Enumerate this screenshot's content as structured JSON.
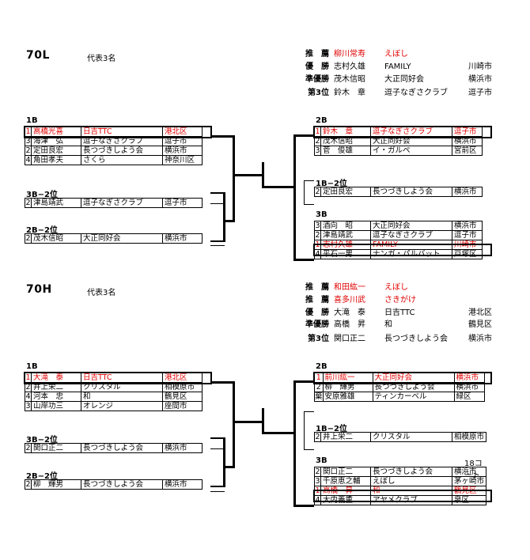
{
  "sections": [
    {
      "title": "70L",
      "note": "代表3名",
      "results": [
        {
          "label": "推　薦",
          "name": "柳川常寿",
          "club": "えぼし",
          "place": "",
          "red": true
        },
        {
          "label": "優　勝",
          "name": "志村久雄",
          "club": "FAMILY",
          "place": "川崎市",
          "red": false
        },
        {
          "label": "準優勝",
          "name": "茂木信昭",
          "club": "大正同好会",
          "place": "横浜市",
          "red": false
        },
        {
          "label": "第3位",
          "name": "鈴木　章",
          "club": "逗子なぎさクラブ",
          "place": "逗子市",
          "red": false
        }
      ],
      "blocks": [
        {
          "label": "1B",
          "rows": [
            {
              "seed": "1",
              "name": "高橋光喜",
              "club": "日吉TTC",
              "place": "港北区",
              "win": true
            },
            {
              "seed": "3",
              "name": "海津　弘",
              "club": "逗子なぎさクラブ",
              "place": "逗子市",
              "win": false
            },
            {
              "seed": "2",
              "name": "定田良宏",
              "club": "長つづきしよう会",
              "place": "横浜市",
              "win": false
            },
            {
              "seed": "4",
              "name": "角田孝夫",
              "club": "さくら",
              "place": "神奈川区",
              "win": false
            }
          ]
        },
        {
          "label": "3B−2位",
          "rows": [
            {
              "seed": "2",
              "name": "津島靖武",
              "club": "逗子なぎさクラブ",
              "place": "逗子市",
              "win": false
            }
          ]
        },
        {
          "label": "2B−2位",
          "rows": [
            {
              "seed": "2",
              "name": "茂木信昭",
              "club": "大正同好会",
              "place": "横浜市",
              "win": false
            }
          ]
        },
        {
          "label": "2B",
          "rows": [
            {
              "seed": "1",
              "name": "鈴木　章",
              "club": "逗子なぎさクラブ",
              "place": "逗子市",
              "win": true
            },
            {
              "seed": "2",
              "name": "茂木信昭",
              "club": "大正同好会",
              "place": "横浜市",
              "win": false
            },
            {
              "seed": "3",
              "name": "菅　俊雄",
              "club": "イ・ガルペ",
              "place": "宮前区",
              "win": false
            }
          ]
        },
        {
          "label": "1B−2位",
          "rows": [
            {
              "seed": "2",
              "name": "定田良宏",
              "club": "長つづきしよう会",
              "place": "横浜市",
              "win": false
            }
          ]
        },
        {
          "label": "3B",
          "rows": [
            {
              "seed": "3",
              "name": "酒向　昭",
              "club": "大正同好会",
              "place": "横浜市",
              "win": false
            },
            {
              "seed": "2",
              "name": "津島靖武",
              "club": "逗子なぎさクラブ",
              "place": "逗子市",
              "win": false
            },
            {
              "seed": "1",
              "name": "志村久雄",
              "club": "FAMILY",
              "place": "川崎市",
              "win": true
            },
            {
              "seed": "4",
              "name": "平石一男",
              "club": "ナンガ・パルバット",
              "place": "戸塚区",
              "win": false
            }
          ]
        }
      ]
    },
    {
      "title": "70H",
      "note": "代表3名",
      "results": [
        {
          "label": "推　薦",
          "name": "和田紘一",
          "club": "えぼし",
          "place": "",
          "red": true
        },
        {
          "label": "推　薦",
          "name": "喜多川武",
          "club": "さきがけ",
          "place": "",
          "red": true
        },
        {
          "label": "優　勝",
          "name": "大滝　泰",
          "club": "日吉TTC",
          "place": "港北区",
          "red": false
        },
        {
          "label": "準優勝",
          "name": "高橋　昇",
          "club": "和",
          "place": "鶴見区",
          "red": false
        },
        {
          "label": "第3位",
          "name": "関口正二",
          "club": "長つづきしよう会",
          "place": "横浜市",
          "red": false
        }
      ],
      "blocks": [
        {
          "label": "1B",
          "rows": [
            {
              "seed": "1",
              "name": "大滝　泰",
              "club": "日吉TTC",
              "place": "港北区",
              "win": true
            },
            {
              "seed": "2",
              "name": "井上栄二",
              "club": "クリスタル",
              "place": "相模原市",
              "win": false
            },
            {
              "seed": "4",
              "name": "河本　忠",
              "club": "和",
              "place": "鶴見区",
              "win": false
            },
            {
              "seed": "3",
              "name": "山岸功三",
              "club": "オレンジ",
              "place": "座間市",
              "win": false
            }
          ]
        },
        {
          "label": "3B−2位",
          "rows": [
            {
              "seed": "2",
              "name": "関口正二",
              "club": "長つづきしよう会",
              "place": "横浜市",
              "win": false
            }
          ]
        },
        {
          "label": "2B−2位",
          "rows": [
            {
              "seed": "2",
              "name": "柳　輝男",
              "club": "長つづきしよう会",
              "place": "横浜市",
              "win": false
            }
          ]
        },
        {
          "label": "2B",
          "rows": [
            {
              "seed": "1",
              "name": "前川紘一",
              "club": "大正同好会",
              "place": "横浜市",
              "win": true
            },
            {
              "seed": "2",
              "name": "柳　輝男",
              "club": "長つづきしよう会",
              "place": "横浜市",
              "win": false
            },
            {
              "seed": "棄",
              "name": "安原雅雄",
              "club": "ティンカーベル",
              "place": "緑区",
              "win": false
            }
          ]
        },
        {
          "label": "1B−2位",
          "rows": [
            {
              "seed": "2",
              "name": "井上栄二",
              "club": "クリスタル",
              "place": "相模原市",
              "win": false
            }
          ]
        },
        {
          "label": "3B",
          "side_label": "18コート",
          "rows": [
            {
              "seed": "2",
              "name": "関口正二",
              "club": "長つづきしよう会",
              "place": "横浜市",
              "win": false
            },
            {
              "seed": "3",
              "name": "千原恵之輔",
              "club": "えぼし",
              "place": "茅ヶ崎市",
              "win": false
            },
            {
              "seed": "1",
              "name": "高橋　昇",
              "club": "和",
              "place": "鶴見区",
              "win": true
            },
            {
              "seed": "4",
              "name": "大内義重",
              "club": "アヤメクラブ",
              "place": "泉区",
              "win": false
            }
          ]
        }
      ]
    }
  ]
}
